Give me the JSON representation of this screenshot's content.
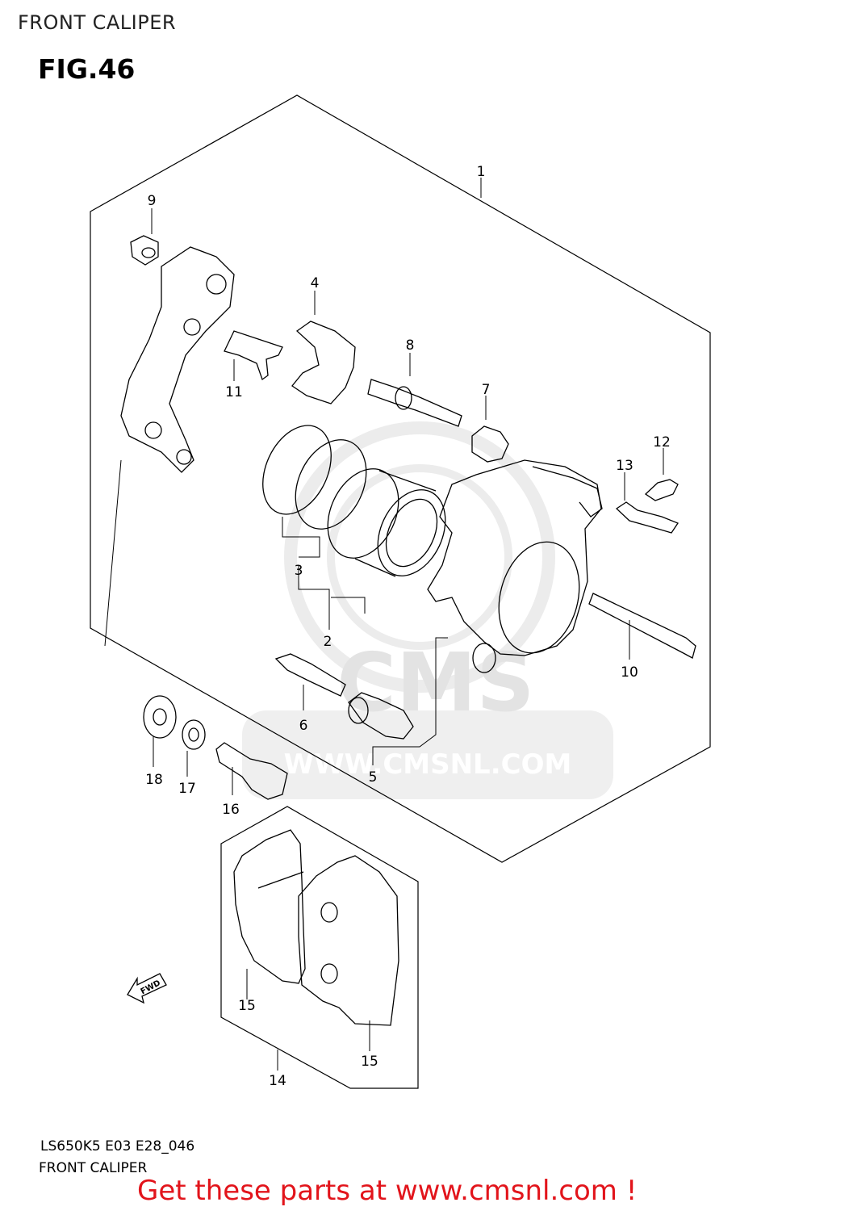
{
  "header": {
    "title": "FRONT CALIPER"
  },
  "figure": {
    "label": "FIG.46"
  },
  "watermark": {
    "logo": "CMS",
    "url": "WWW.CMSNL.COM"
  },
  "callouts": [
    "1",
    "2",
    "3",
    "4",
    "5",
    "6",
    "7",
    "8",
    "9",
    "10",
    "11",
    "12",
    "13",
    "14",
    "15",
    "15",
    "16",
    "17",
    "18"
  ],
  "direction_arrow": {
    "label": "FWD"
  },
  "footer": {
    "model_code": "LS650K5 E03 E28_046",
    "title": "FRONT CALIPER",
    "promo": "Get these parts at www.cmsnl.com !"
  },
  "colors": {
    "promo": "#e2141b",
    "watermark": "#e3e3e3",
    "lines": "#000000"
  }
}
